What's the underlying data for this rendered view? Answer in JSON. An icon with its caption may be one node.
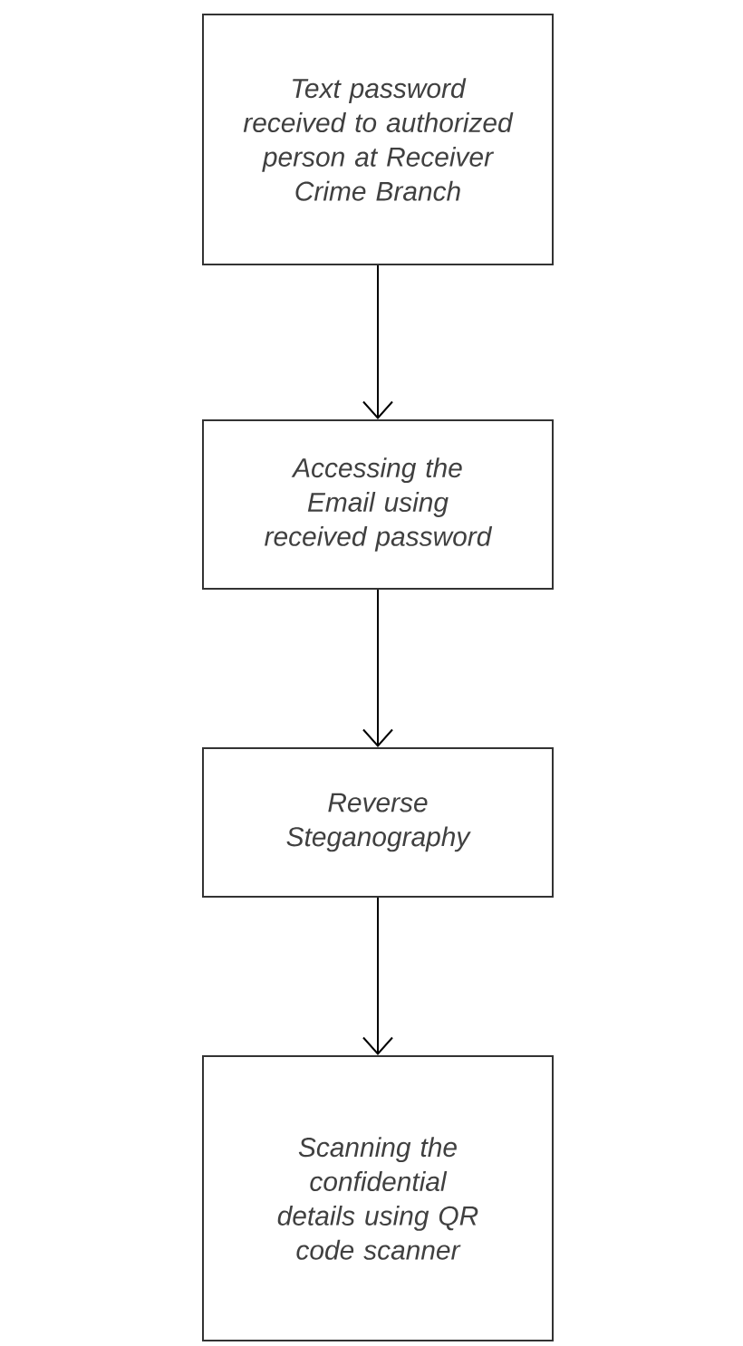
{
  "diagram": {
    "nodes": [
      {
        "text": [
          "Text password received to authorized person at Receiver Crime Branch"
        ]
      },
      {
        "text": [
          "Accessing the Email using received password"
        ]
      },
      {
        "text": [
          "Reverse Steganography"
        ]
      },
      {
        "text": [
          "Scanning the confidential details using QR code scanner"
        ]
      }
    ],
    "edges": [
      {
        "from": 0,
        "to": 1,
        "arrow": "to"
      },
      {
        "from": 1,
        "to": 2,
        "arrow": "to"
      },
      {
        "from": 2,
        "to": 3,
        "arrow": "to"
      }
    ]
  }
}
